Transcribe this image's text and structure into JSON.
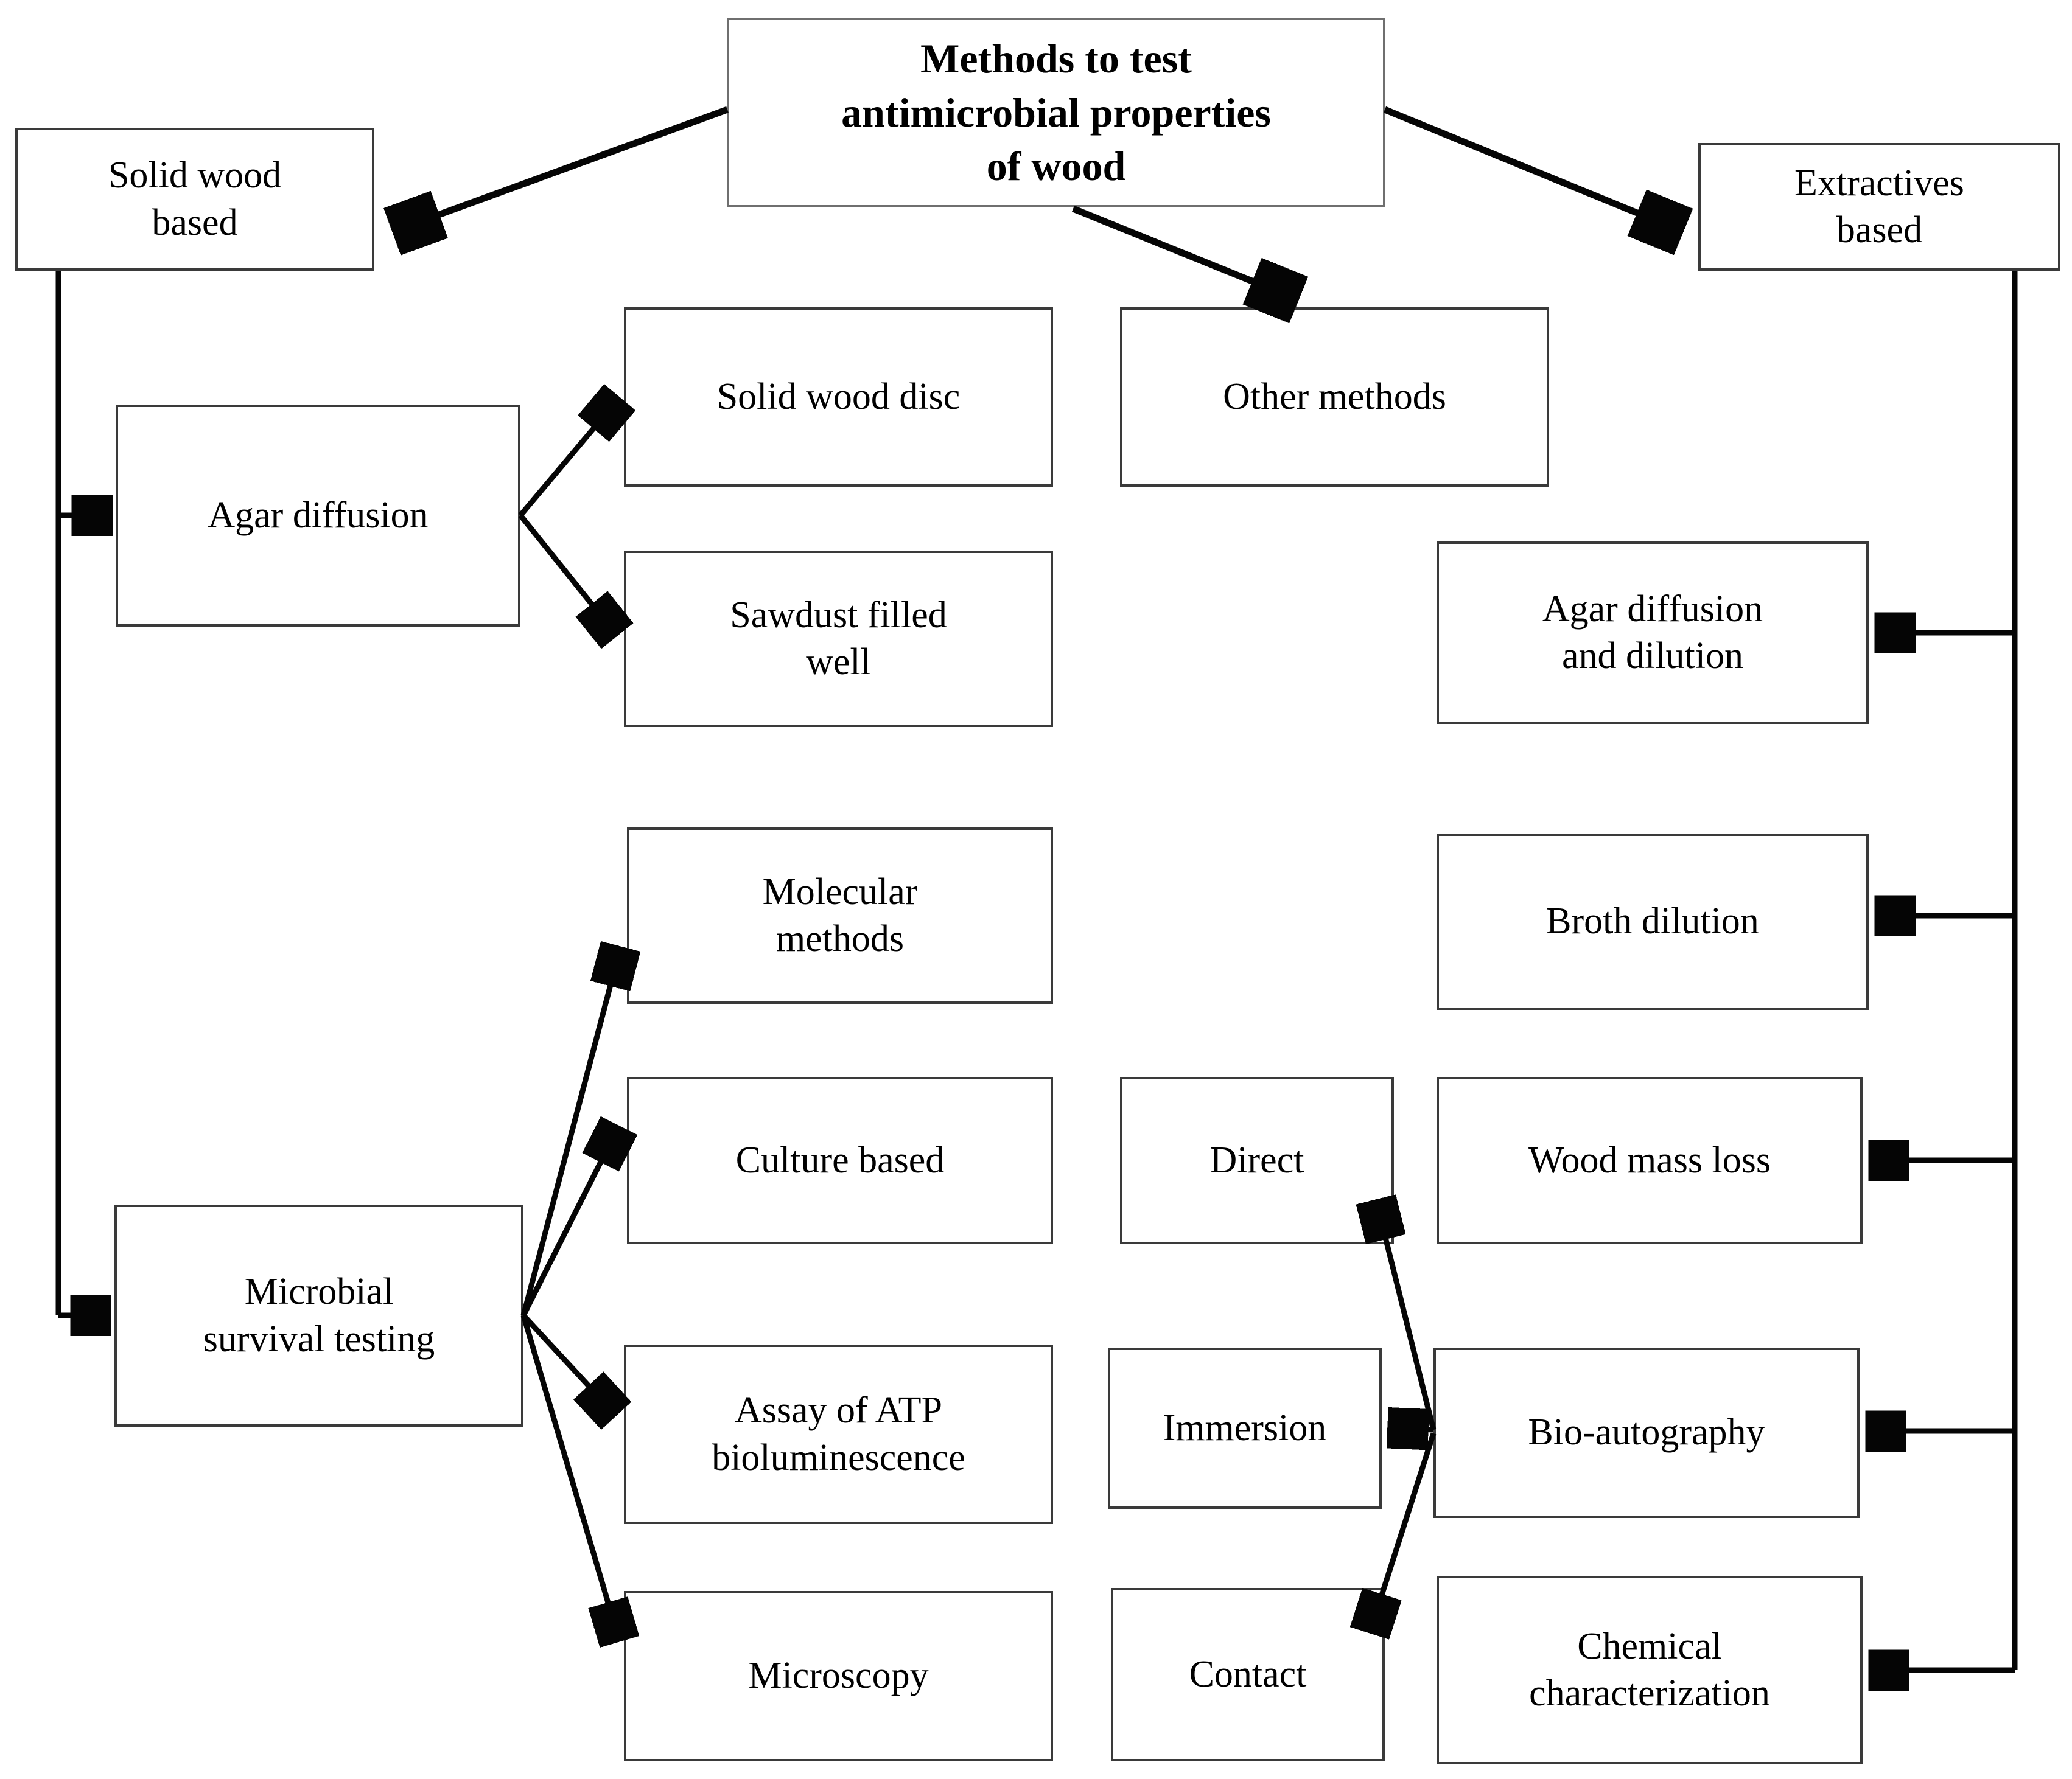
{
  "diagram": {
    "title": "Methods to test antimicrobial properties of wood",
    "type": "flowchart"
  },
  "colors": {
    "background": "#ffffff",
    "box_fill": "#ffffff",
    "box_border": "#3a3a3a",
    "line": "#050505",
    "text": "#000000"
  },
  "nodes": {
    "title": {
      "label": "Methods to test\nantimicrobial properties\nof wood"
    },
    "solid_wood_based": {
      "label": "Solid wood\nbased"
    },
    "extractives_based": {
      "label": "Extractives\nbased"
    },
    "solid_wood_disc": {
      "label": "Solid wood disc"
    },
    "other_methods": {
      "label": "Other methods"
    },
    "agar_diffusion": {
      "label": "Agar diffusion"
    },
    "sawdust_filled_well": {
      "label": "Sawdust filled\nwell"
    },
    "agar_diffusion_and_dilution": {
      "label": "Agar diffusion\nand dilution"
    },
    "molecular_methods": {
      "label": "Molecular\nmethods"
    },
    "broth_dilution": {
      "label": "Broth dilution"
    },
    "culture_based": {
      "label": "Culture based"
    },
    "direct": {
      "label": "Direct"
    },
    "wood_mass_loss": {
      "label": "Wood mass loss"
    },
    "microbial_survival_testing": {
      "label": "Microbial\nsurvival testing"
    },
    "assay_of_atp_bioluminescence": {
      "label": "Assay of ATP\nbioluminescence"
    },
    "immersion": {
      "label": "Immersion"
    },
    "bio_autography": {
      "label": "Bio-autography"
    },
    "microscopy": {
      "label": "Microscopy"
    },
    "contact": {
      "label": "Contact"
    },
    "chemical_characterization": {
      "label": "Chemical\ncharacterization"
    }
  },
  "edges": [
    {
      "from": "title",
      "to": "solid_wood_based"
    },
    {
      "from": "title",
      "to": "extractives_based"
    },
    {
      "from": "title",
      "to": "other_methods"
    },
    {
      "from": "solid_wood_based",
      "to": "agar_diffusion"
    },
    {
      "from": "solid_wood_based",
      "to": "microbial_survival_testing"
    },
    {
      "from": "agar_diffusion",
      "to": "solid_wood_disc"
    },
    {
      "from": "agar_diffusion",
      "to": "sawdust_filled_well"
    },
    {
      "from": "microbial_survival_testing",
      "to": "molecular_methods"
    },
    {
      "from": "microbial_survival_testing",
      "to": "culture_based"
    },
    {
      "from": "microbial_survival_testing",
      "to": "assay_of_atp_bioluminescence"
    },
    {
      "from": "microbial_survival_testing",
      "to": "microscopy"
    },
    {
      "from": "extractives_based",
      "to": "agar_diffusion_and_dilution"
    },
    {
      "from": "extractives_based",
      "to": "broth_dilution"
    },
    {
      "from": "extractives_based",
      "to": "wood_mass_loss"
    },
    {
      "from": "extractives_based",
      "to": "bio_autography"
    },
    {
      "from": "extractives_based",
      "to": "chemical_characterization"
    },
    {
      "from": "bio_autography",
      "to": "direct"
    },
    {
      "from": "bio_autography",
      "to": "immersion"
    },
    {
      "from": "bio_autography",
      "to": "contact"
    }
  ]
}
